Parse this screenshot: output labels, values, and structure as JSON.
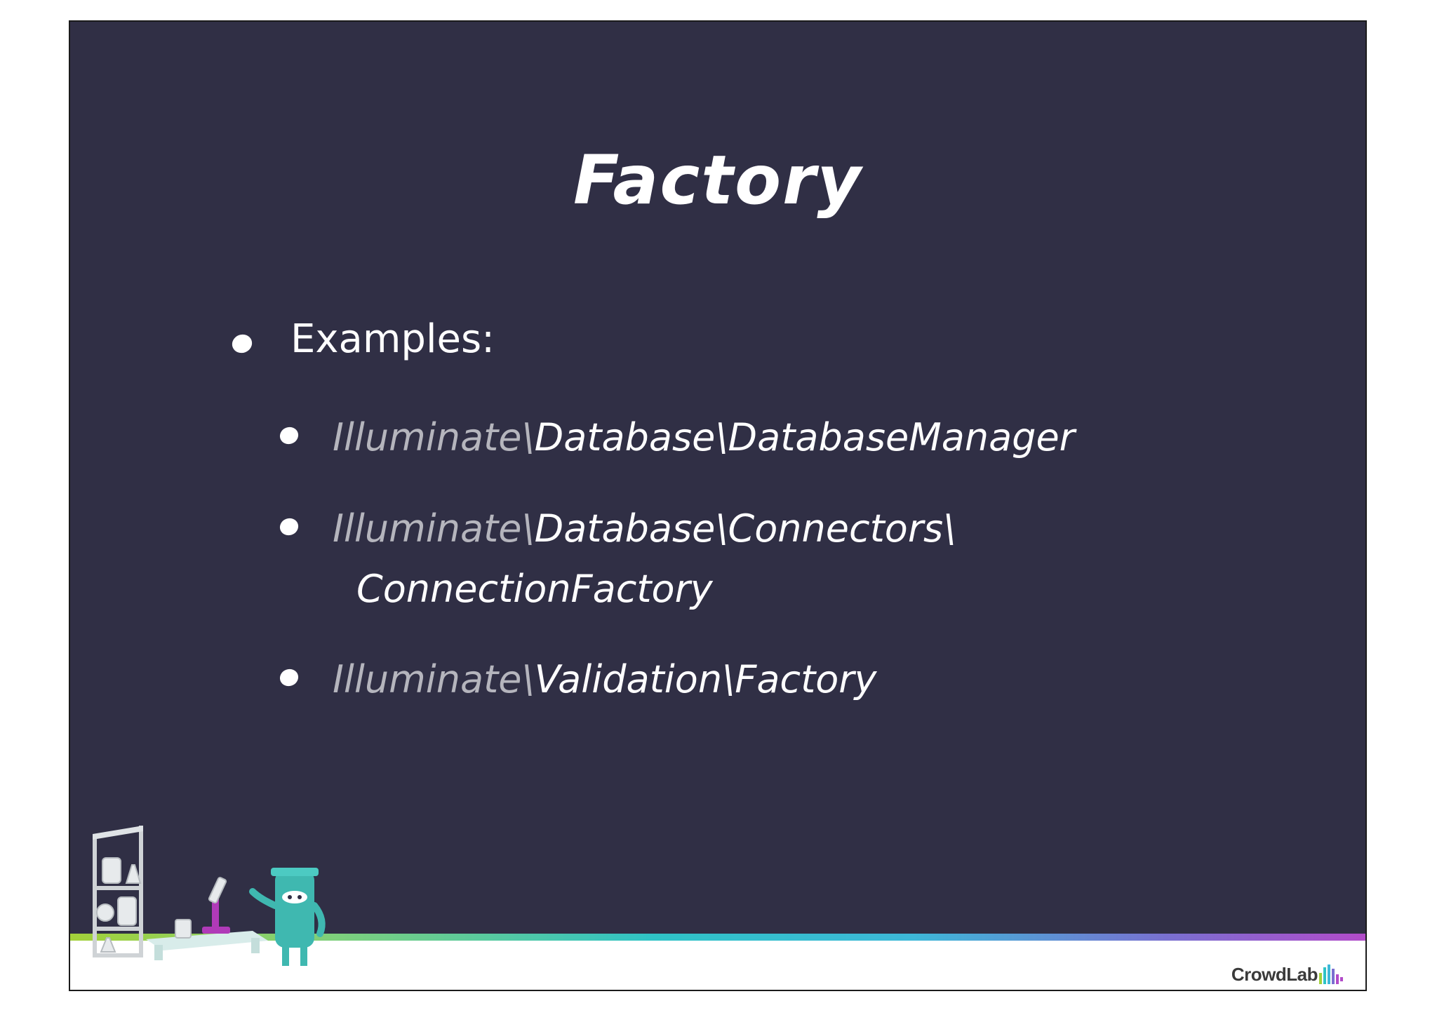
{
  "slide": {
    "title": "Factory",
    "bullet": "Examples:",
    "items": [
      {
        "ns": "Illuminate\\",
        "rest": "Database\\DatabaseManager",
        "line2": ""
      },
      {
        "ns": "Illuminate\\",
        "rest": "Database\\Connectors\\",
        "line2": "ConnectionFactory"
      },
      {
        "ns": "Illuminate\\",
        "rest": "Validation\\Factory",
        "line2": ""
      }
    ]
  },
  "footer": {
    "brand": "CrowdLab"
  },
  "colors": {
    "background": "#302f45",
    "text": "#ffffff",
    "muted_text": "#b5b5bd"
  }
}
